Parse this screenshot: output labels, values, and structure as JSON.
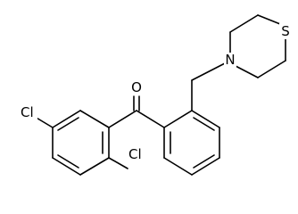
{
  "molecule": {
    "atoms": [
      {
        "id": "Cl1",
        "label": "Cl",
        "name": "chlorine-atom-1"
      },
      {
        "id": "Cl2",
        "label": "Cl",
        "name": "chlorine-atom-2"
      },
      {
        "id": "O1",
        "label": "O",
        "name": "carbonyl-oxygen-atom"
      },
      {
        "id": "N1",
        "label": "N",
        "name": "thiomorpholine-nitrogen-atom"
      },
      {
        "id": "S1",
        "label": "S",
        "name": "thiomorpholine-sulfur-atom"
      }
    ]
  }
}
